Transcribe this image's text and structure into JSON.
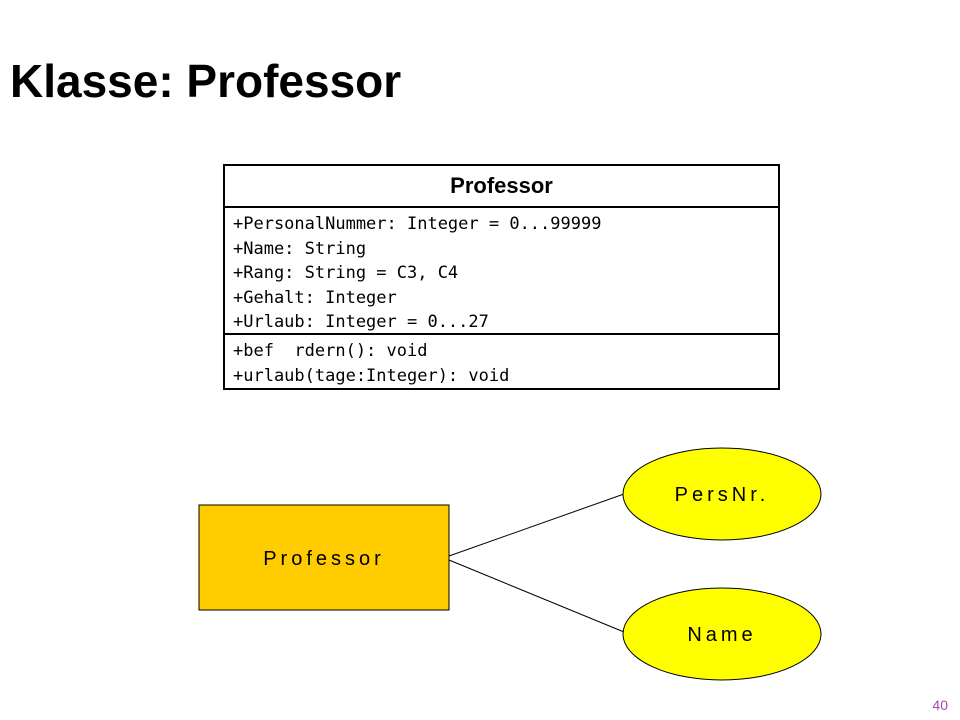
{
  "slide": {
    "title": "Klasse: Professor",
    "page_number": "40"
  },
  "uml_class": {
    "name": "Professor",
    "attributes": [
      "+PersonalNummer: Integer = 0...99999",
      "+Name: String",
      "+Rang: String = C3, C4",
      "+Gehalt: Integer",
      "+Urlaub: Integer = 0...27"
    ],
    "operations": [
      "+bef  rdern(): void",
      "+urlaub(tage:Integer): void"
    ]
  },
  "er_diagram": {
    "entity": {
      "label": "Professor",
      "fill": "#ffcc00"
    },
    "attributes": [
      {
        "label": "PersNr.",
        "fill": "#ffff00"
      },
      {
        "label": "Name",
        "fill": "#ffff00"
      }
    ]
  }
}
